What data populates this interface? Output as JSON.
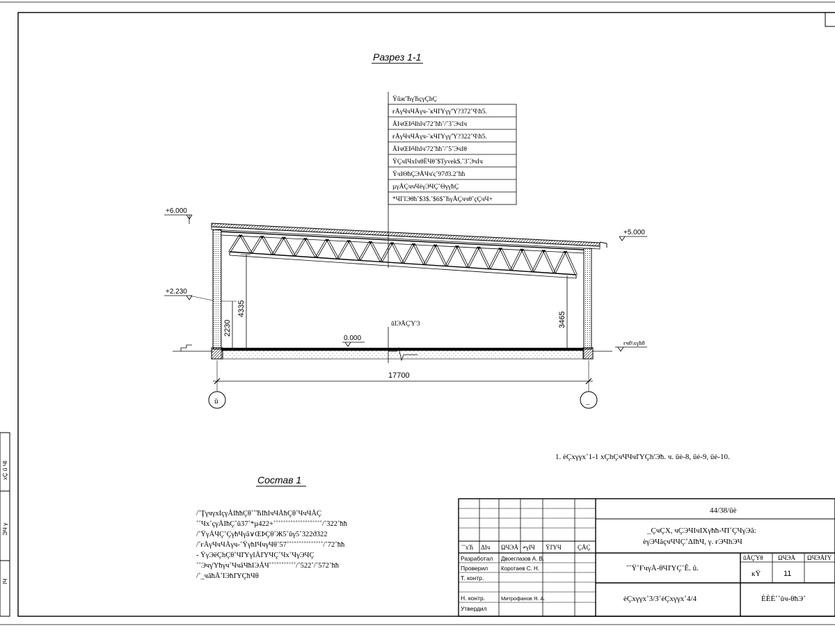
{
  "section_title": "Разрез 1-1",
  "composition_title": "Состав 1",
  "roof_legend": {
    "title": "Ÿůж'ЋγЋçγÇhÇ",
    "rows": [
      "ғÅγЧчЧÅγч-˜кЧІΎγγ'Ύ?372˚Ϥ\\ħ5.",
      "ÅІчŒÞЧhІч'72˚ħħ˚/˚3˚ЭчІч",
      "ғÅγЧчЧÅγч-˜кЧІΎγγ'Ύ?322˚Ϥ\\ħ5.",
      "ÅІчŒÞЧhІч'72˚ħħ˚/˚5˚ЭчІθ",
      "ŸÇчІЧхІчθËЧθ˚$Tyvek$.˚3˚ЭчІч",
      "ŸчІΘħÇЭÅЧч'ς˚97ϑ3.2˚ħħ",
      "µγÅÇччЧëγЭЧÇ˚ΘγγħÇ",
      "*ЧΓΙЭθħ˚$3$.˚$6$˚ЋγÅÇччθ˚çÇчЧ+"
    ]
  },
  "levels": {
    "left_top": "+6.000",
    "left_mid": "+2.230",
    "right_top": "+5.000",
    "floor": "0.000",
    "right_ground": "ғчθ\\хγħθ"
  },
  "dimensions": {
    "h_left_short": "2230",
    "h_left_tall": "4335",
    "h_right": "3465",
    "span": "17700"
  },
  "axes": {
    "left": "ŭ",
    "right": "_"
  },
  "floor_callout": "ŭІЭÅÇΎ'3",
  "note": "1. èÇхγγх˚1-1 хÇhÇчЧЧчΙΎÇh'Эħ. ч. ŭè-8, ŭè-9, ŭè-10.",
  "composition_lines": [
    "/˚ŢγчγхІçγÅΙħħÇθ˚˚ЋΙħΙчЧÅħÇθ˚ЧчЧÅÇ",
    "˚˚Чх˚çγÅΙħÇ˚ŭ37˚*µ422+˚˚˚˚˚˚˚˚˚˚˚˚˚˚˚˚˚˚˚˚/˚322˚ħħ",
    "/˚ŸγÅЧÇ˚ÇγħЧγã∨ŒÞÇθ˚Ж5˚ŭγ5˚322ϑ322",
    "/˚ғÅγЧчЧÅγч-˚ŸγħІЧчγЧθ˚57˚˚˚˚˚˚˚˚˚˚˚˚˚˚˚/˚72˚ħħ",
    "- ŸγЭëÇhÇθ˚ЧΙΎγΙÅΙΎЧÇ˚Чх˚ЧγЭЧÇ",
    "˚˚ЭчγΎħγч˚ЧчãЧħΙЭÅЧ˚˚˚˚˚˚˚˚˚˚˚/˚522˚/˚572˚ħħ",
    "/˚_чãħÅ˚ΙЭħΙΎÇħЧθ"
  ],
  "title_block": {
    "doc_code": "44/38/ŭè",
    "project_name_1": "_ÇчÇХ, чÇЭЧΙчΙХγħħ-ЧΊ˚ÇЧγЭã:",
    "project_name_2": "èγЭЧãçчЧЧÇ˚ΔΙħЧ, γ. ғЭЧhЭЧ",
    "columns": [
      "˜˜хЋ",
      "ΔΙч",
      "ΩЧЭÅ",
      "≠γΙЧ",
      "ŸΙΎЧ",
      "ÇÅÇ"
    ],
    "roles": [
      {
        "role": "Разработал",
        "name": "Двоеглазов А. В."
      },
      {
        "role": "Проверил",
        "name": "Коротаев С. Н."
      },
      {
        "role": "Т. контр.",
        "name": ""
      },
      {
        "role": "",
        "name": ""
      },
      {
        "role": "Н. контр.",
        "name": "Митрофанов Я. А."
      },
      {
        "role": "Утвердил",
        "name": ""
      }
    ],
    "stage_title": "˜˜Ÿ˚ҒчγÅ-θЧΙΎÇ˚Ê. ŭ.",
    "stage_col1": "ŭÅÇΎθ",
    "stage_col2": "ΩЧЭÅ",
    "stage_col3": "ΩЧЭÅΙΎ",
    "stage_val1": "кŸ",
    "stage_val2": "11",
    "stage_val3": "",
    "sheet_name": "èÇхγγх˚3/3˚èÇхγγх˚4/4",
    "org": "ÈÈÈ˚˚ŭч-θħЭ˚"
  },
  "side_labels": [
    "хÇ ŭ ЧΙ",
    "ЭЧ γ",
    "ΙЧ"
  ]
}
